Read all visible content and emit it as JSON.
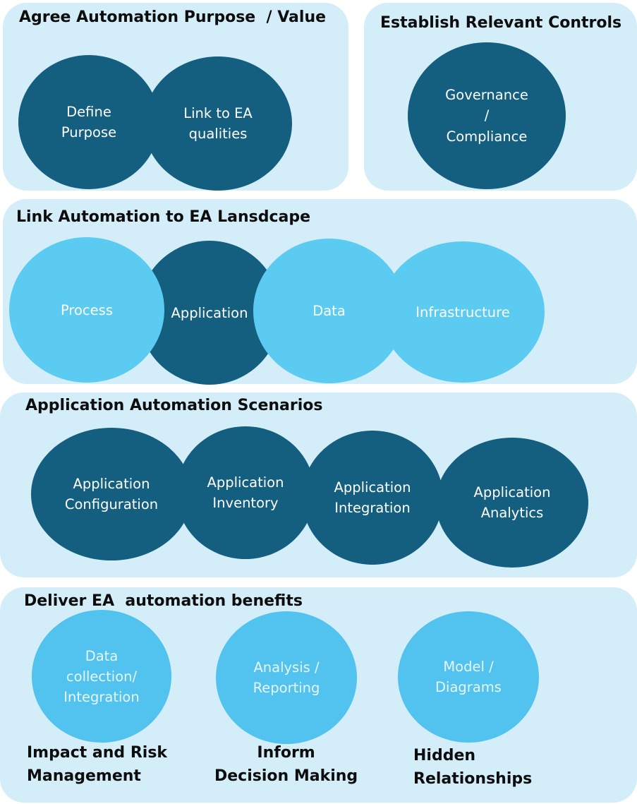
{
  "sections": {
    "purpose": {
      "title": "Agree Automation Purpose  / Value",
      "circles": [
        [
          "Define",
          "Purpose"
        ],
        [
          "Link to EA",
          "qualities"
        ]
      ]
    },
    "controls": {
      "title": "Establish Relevant Controls",
      "circles": [
        [
          "Governance",
          "/",
          "Compliance"
        ]
      ]
    },
    "landscape": {
      "title": "Link Automation to EA Lansdcape",
      "circles": [
        [
          "Process"
        ],
        [
          "Application"
        ],
        [
          "Data"
        ],
        [
          "Infrastructure"
        ]
      ]
    },
    "scenarios": {
      "title": "Application Automation Scenarios",
      "circles": [
        [
          "Application",
          "Configuration"
        ],
        [
          "Application",
          "Inventory"
        ],
        [
          "Application",
          "Integration"
        ],
        [
          "Application",
          "Analytics"
        ]
      ]
    },
    "benefits": {
      "title": "Deliver EA  automation benefits",
      "circles": [
        [
          "Data",
          "collection/",
          "Integration"
        ],
        [
          "Analysis /",
          "Reporting"
        ],
        [
          "Model /",
          "Diagrams"
        ]
      ],
      "outcomes": [
        [
          "Impact and Risk",
          "Management"
        ],
        [
          "Inform",
          "Decision Making"
        ],
        [
          "Hidden",
          "Relationships"
        ]
      ]
    }
  },
  "colors": {
    "panel": "#d3eef8",
    "dark_circle": "#145f7f",
    "light_circle": "#5ccbf1",
    "title_text": "#0d0d0d"
  }
}
